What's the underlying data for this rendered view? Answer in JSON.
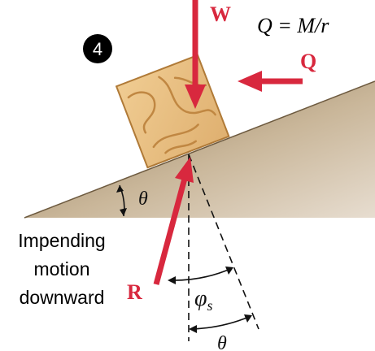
{
  "step_number": "4",
  "equation": "Q = M/r",
  "forces": {
    "weight": "W",
    "applied": "Q",
    "reaction": "R"
  },
  "angles": {
    "incline": "θ",
    "friction": "φ",
    "friction_subscript": "s",
    "lower": "θ"
  },
  "motion_label": [
    "Impending",
    "motion",
    "downward"
  ],
  "colors": {
    "force_arrow": "#d8283e",
    "slope_fill": "#b8a285",
    "block_wood": "#e8bd7e"
  }
}
